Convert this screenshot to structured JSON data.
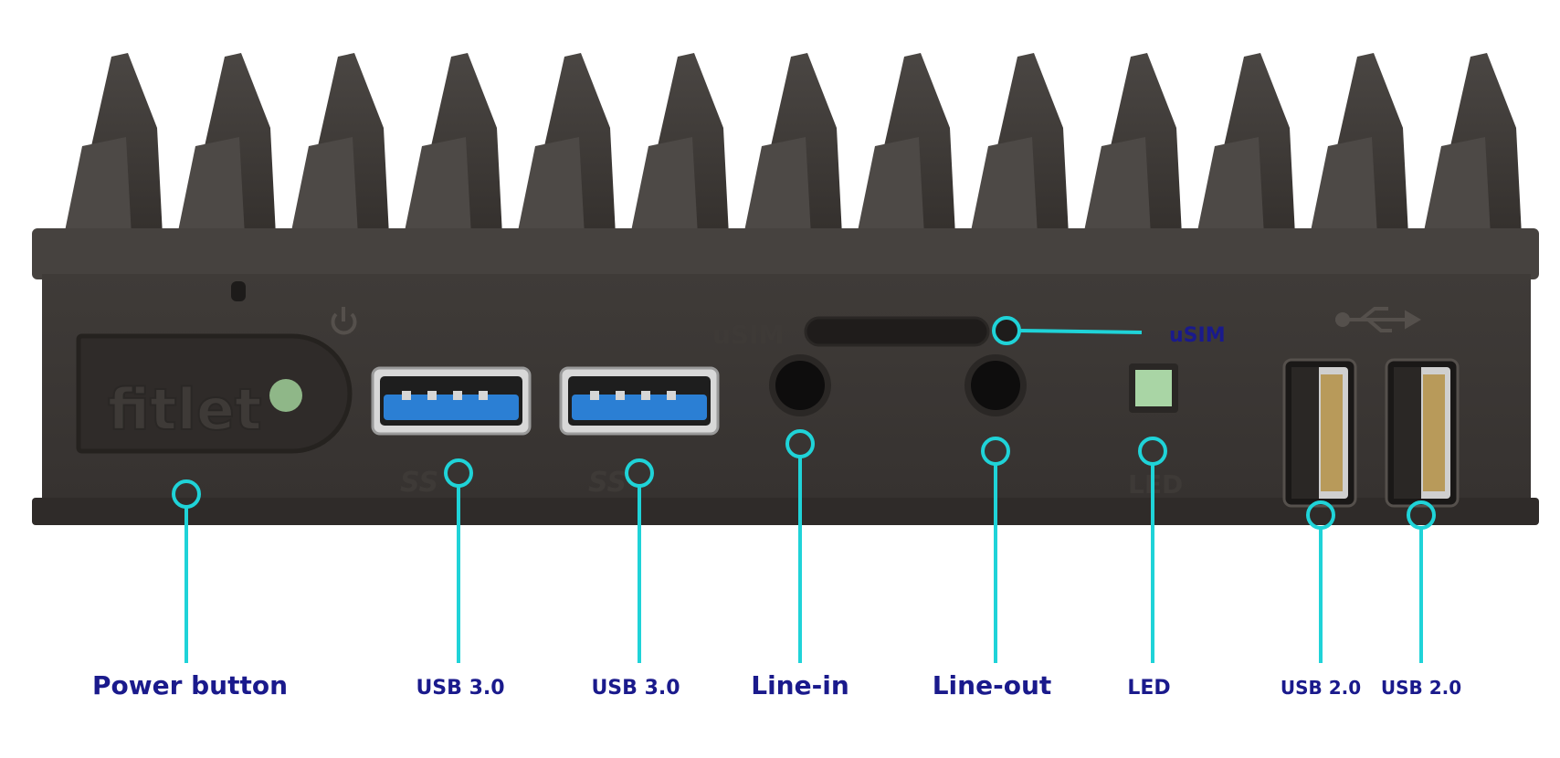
{
  "device": {
    "logo_text": "fitlet",
    "usim_embossed": "uSIM",
    "usim_label": "uSIM",
    "led_embossed": "LED",
    "ss_embossed_1": "SS",
    "ss_embossed_2": "SS"
  },
  "labels": {
    "power": "Power button",
    "usb30_a": "USB 3.0",
    "usb30_b": "USB 3.0",
    "line_in": "Line-in",
    "line_out": "Line-out",
    "led": "LED",
    "usb20_a": "USB 2.0",
    "usb20_b": "USB 2.0"
  },
  "colors": {
    "body": "#3b3734",
    "callout": "#1fd3d8",
    "label": "#1a1a8c",
    "usb3_blue": "#2b7fd4",
    "led_green": "#a9d5a5"
  }
}
